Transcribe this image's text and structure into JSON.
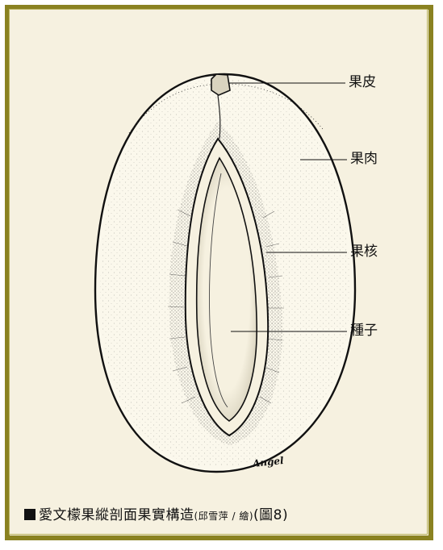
{
  "figure": {
    "labels": {
      "pericarp": "果皮",
      "flesh": "果肉",
      "endocarp": "果核",
      "seed": "種子"
    },
    "signature": "Angel",
    "caption": {
      "main": "愛文檬果縱剖面果實構造",
      "credit": "(邱雪萍 / 繪)",
      "figure_no": "(圖8)"
    }
  }
}
